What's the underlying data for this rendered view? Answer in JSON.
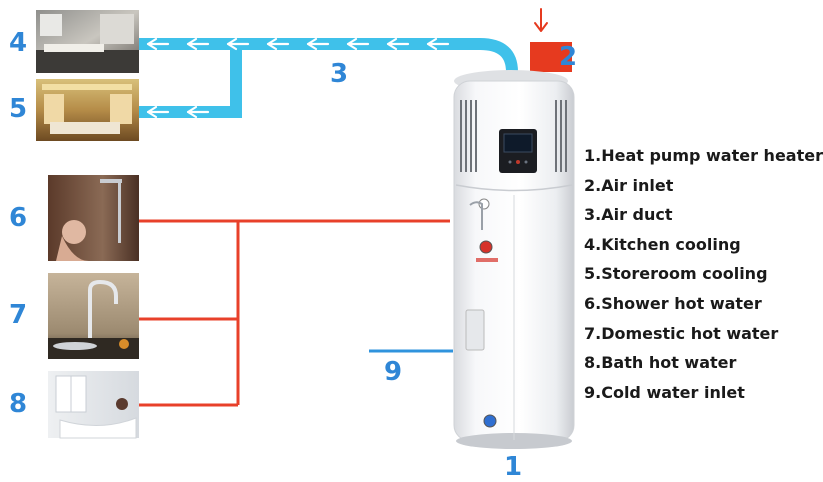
{
  "colors": {
    "duct": "#3fc1ea",
    "hot_pipe": "#e8402a",
    "cold_pipe": "#2f93dd",
    "number": "#2f86d6",
    "air_inlet_box": "#e63a1f",
    "tank_body": "#f3f4f6"
  },
  "labels": {
    "n1": "1",
    "n2": "2",
    "n3": "3",
    "n4": "4",
    "n5": "5",
    "n6": "6",
    "n7": "7",
    "n8": "8",
    "n9": "9"
  },
  "legend": [
    "1.Heat pump water heater",
    "2.Air inlet",
    "3.Air duct",
    "4.Kitchen cooling",
    "5.Storeroom cooling",
    "6.Shower hot water",
    "7.Domestic hot water",
    "8.Bath hot water",
    "9.Cold water inlet"
  ],
  "photos": [
    "kitchen",
    "storeroom",
    "shower",
    "faucet",
    "bath"
  ],
  "icons": [
    "arrow-left-icon",
    "arrow-down-icon"
  ]
}
